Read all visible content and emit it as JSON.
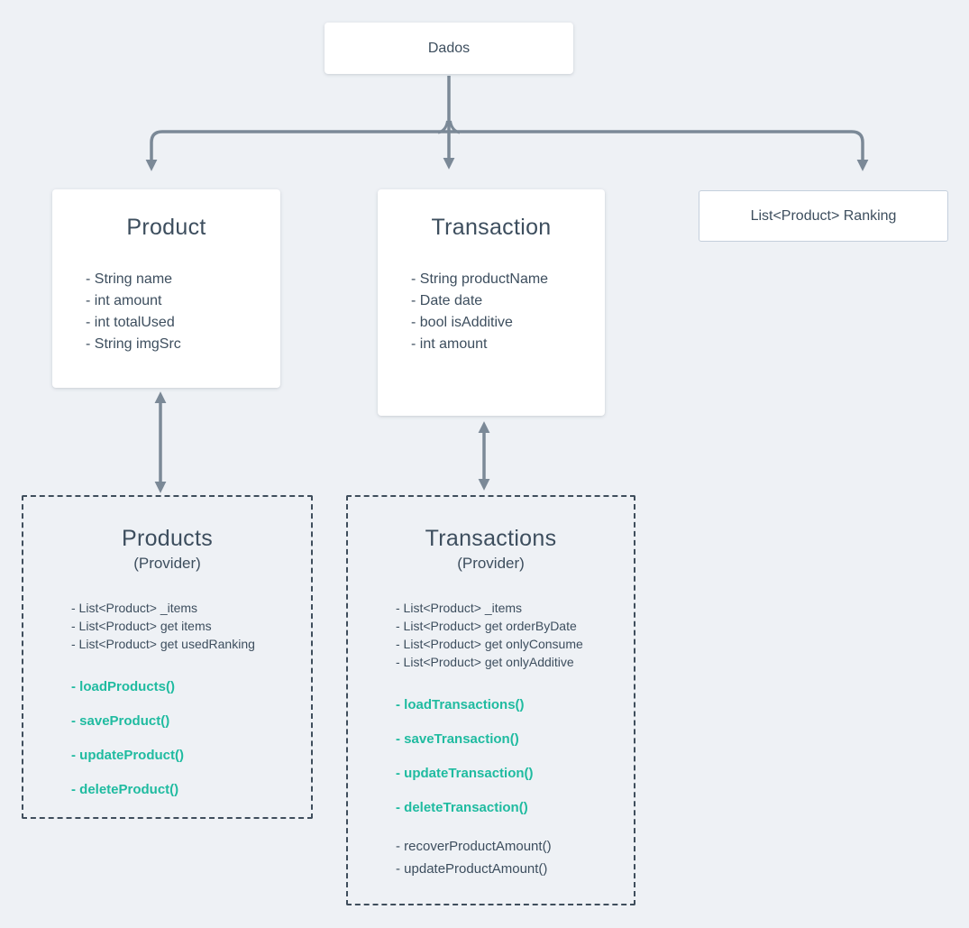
{
  "colors": {
    "background": "#eef1f5",
    "text": "#3d4e5e",
    "accent_teal": "#1fbba0",
    "arrow_gray": "#7b8997",
    "dashed_border": "#3f4e5c",
    "ranking_border": "#c4cfdc"
  },
  "nodes": {
    "dados": {
      "title": "Dados"
    },
    "product": {
      "title": "Product",
      "attributes": [
        "- String name",
        "- int amount",
        "- int totalUsed",
        "- String imgSrc"
      ]
    },
    "transaction": {
      "title": "Transaction",
      "attributes": [
        "- String productName",
        "- Date date",
        "- bool isAdditive",
        "- int amount"
      ]
    },
    "ranking": {
      "title": "List<Product> Ranking"
    },
    "products_provider": {
      "title": "Products",
      "subtitle": "(Provider)",
      "attributes": [
        "- List<Product> _items",
        "- List<Product> get items",
        "- List<Product> get usedRanking"
      ],
      "accent_methods": [
        "- loadProducts()",
        "- saveProduct()",
        "- updateProduct()",
        "- deleteProduct()"
      ],
      "plain_methods": []
    },
    "transactions_provider": {
      "title": "Transactions",
      "subtitle": "(Provider)",
      "attributes": [
        "- List<Product> _items",
        "- List<Product> get orderByDate",
        "- List<Product> get onlyConsume",
        "- List<Product> get onlyAdditive"
      ],
      "accent_methods": [
        "- loadTransactions()",
        "- saveTransaction()",
        "- updateTransaction()",
        "- deleteTransaction()"
      ],
      "plain_methods": [
        "- recoverProductAmount()",
        "- updateProductAmount()"
      ]
    }
  }
}
